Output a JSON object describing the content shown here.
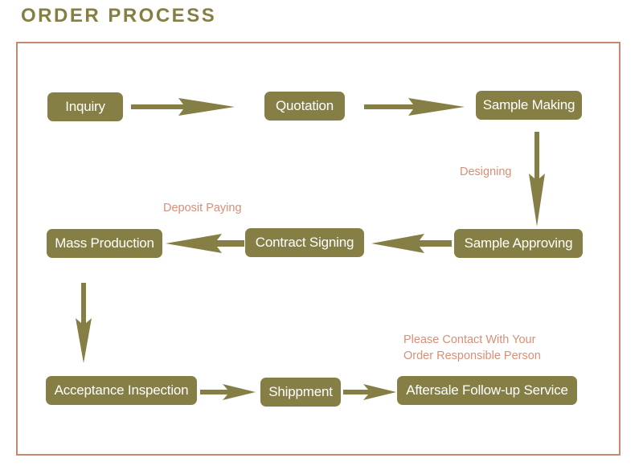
{
  "title": "ORDER PROCESS",
  "colors": {
    "step_fill": "#857f45",
    "step_text": "#ffffff",
    "frame_border": "#c9876e",
    "note_text": "#d88f76",
    "arrow": "#857f45"
  },
  "steps": {
    "inquiry": "Inquiry",
    "quotation": "Quotation",
    "sample_making": "Sample Making",
    "sample_approving": "Sample Approving",
    "contract_signing": "Contract Signing",
    "mass_production": "Mass Production",
    "acceptance_inspection": "Acceptance Inspection",
    "shippment": "Shippment",
    "aftersale": "Aftersale Follow-up Service"
  },
  "notes": {
    "designing": "Designing",
    "deposit_paying": "Deposit Paying",
    "contact_line1": "Please Contact With Your",
    "contact_line2": "Order Responsible Person"
  },
  "flow": [
    [
      "inquiry",
      "quotation"
    ],
    [
      "quotation",
      "sample_making"
    ],
    [
      "sample_making",
      "sample_approving"
    ],
    [
      "sample_approving",
      "contract_signing"
    ],
    [
      "contract_signing",
      "mass_production"
    ],
    [
      "mass_production",
      "acceptance_inspection"
    ],
    [
      "acceptance_inspection",
      "shippment"
    ],
    [
      "shippment",
      "aftersale"
    ]
  ]
}
